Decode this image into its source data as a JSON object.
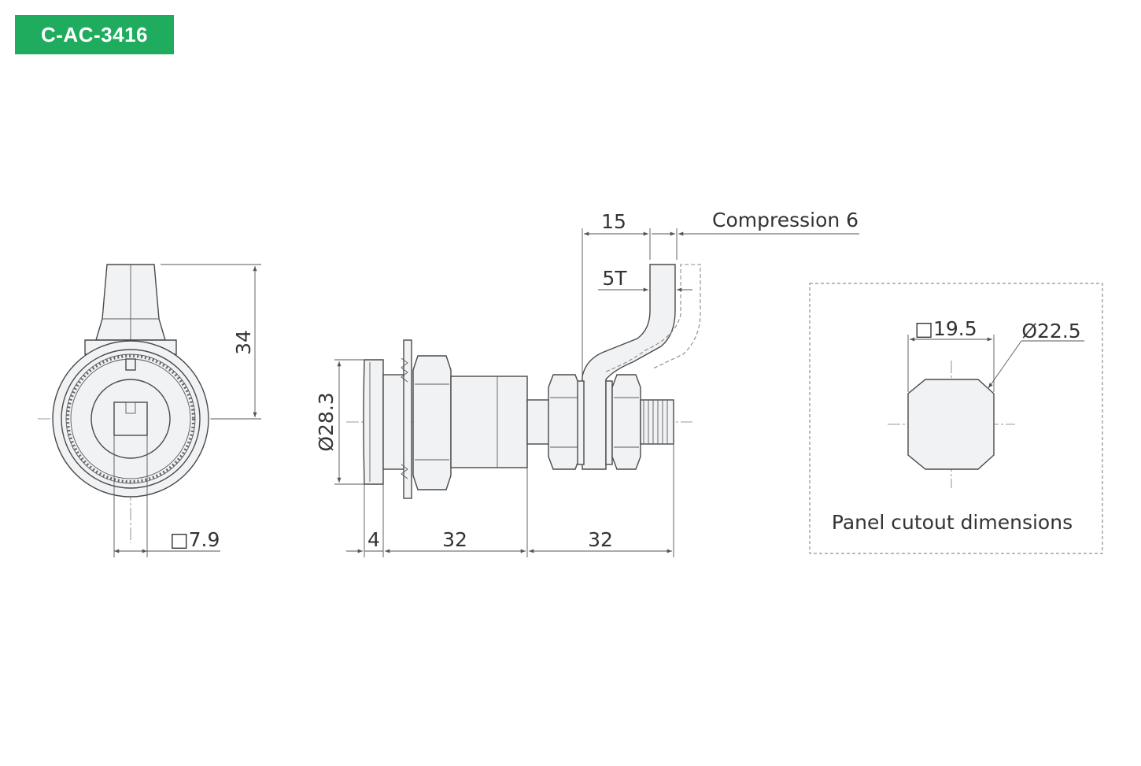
{
  "badge": {
    "label": "C-AC-3416",
    "color": "#20ac5e"
  },
  "front_view": {
    "height_dim": "34",
    "square_dim": "□7.9"
  },
  "side_view": {
    "diameter_dim": "Ø28.3",
    "flange_dim": "4",
    "body_dim": "32",
    "shaft_dim": "32",
    "cam_offset_dim": "15",
    "compression_label": "Compression 6",
    "thickness_dim": "5T"
  },
  "cutout": {
    "square_dim": "□19.5",
    "diameter_dim": "Ø22.5",
    "caption": "Panel cutout dimensions"
  }
}
